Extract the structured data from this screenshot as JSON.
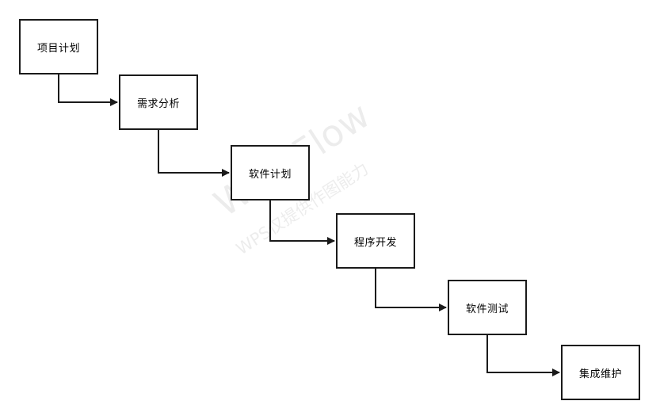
{
  "diagram": {
    "type": "flowchart",
    "nodes": [
      {
        "id": "n1",
        "label": "项目计划"
      },
      {
        "id": "n2",
        "label": "需求分析"
      },
      {
        "id": "n3",
        "label": "软件计划"
      },
      {
        "id": "n4",
        "label": "程序开发"
      },
      {
        "id": "n5",
        "label": "软件测试"
      },
      {
        "id": "n6",
        "label": "集成维护"
      }
    ],
    "edges": [
      {
        "from": "n1",
        "to": "n2"
      },
      {
        "from": "n2",
        "to": "n3"
      },
      {
        "from": "n3",
        "to": "n4"
      },
      {
        "from": "n4",
        "to": "n5"
      },
      {
        "from": "n5",
        "to": "n6"
      }
    ]
  },
  "watermark": {
    "main": "WPS Flow",
    "sub": "WPS仅提供作图能力"
  },
  "colors": {
    "stroke": "#1a1a1a",
    "background": "#ffffff"
  }
}
